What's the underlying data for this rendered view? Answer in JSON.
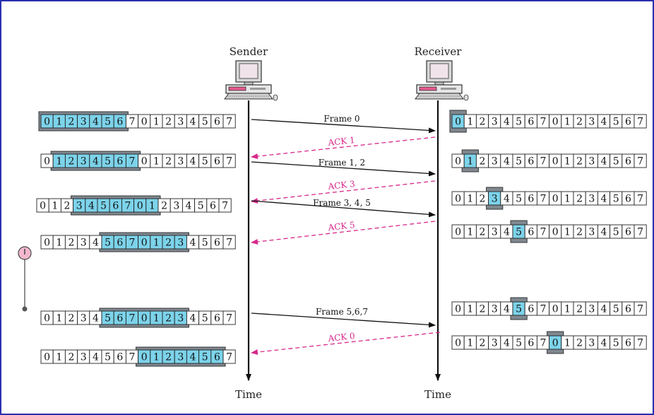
{
  "labels": {
    "sender": "Sender",
    "receiver": "Receiver",
    "time": "Time"
  },
  "colors": {
    "border": "#2a2fb0",
    "window_fill": "#808890",
    "highlight": "#7cd3ea",
    "ack_line": "#d6298a",
    "timer": "#f3b8cf"
  },
  "icons": {
    "computer": "computer-icon",
    "timer": "timer-icon"
  },
  "sequence": [
    "0",
    "1",
    "2",
    "3",
    "4",
    "5",
    "6",
    "7",
    "0",
    "1",
    "2",
    "3",
    "4",
    "5",
    "6",
    "7"
  ],
  "sender_windows": [
    {
      "start": 0,
      "size": 7
    },
    {
      "start": 1,
      "size": 7
    },
    {
      "start": 3,
      "size": 7
    },
    {
      "start": 5,
      "size": 7
    },
    {
      "start": 5,
      "size": 7
    },
    {
      "start": 8,
      "size": 7
    }
  ],
  "receiver_windows": [
    {
      "pos": 0
    },
    {
      "pos": 1
    },
    {
      "pos": 3
    },
    {
      "pos": 5
    },
    {
      "pos": 5
    },
    {
      "pos": 8
    }
  ],
  "messages": [
    {
      "label": "Frame 0",
      "kind": "frame"
    },
    {
      "label": "ACK 1",
      "kind": "ack"
    },
    {
      "label": "Frame 1, 2",
      "kind": "frame"
    },
    {
      "label": "ACK 3",
      "kind": "ack"
    },
    {
      "label": "Frame 3, 4, 5",
      "kind": "frame"
    },
    {
      "label": "ACK 5",
      "kind": "ack"
    },
    {
      "label": "Frame 5,6,7",
      "kind": "frame"
    },
    {
      "label": "ACK 0",
      "kind": "ack"
    }
  ]
}
